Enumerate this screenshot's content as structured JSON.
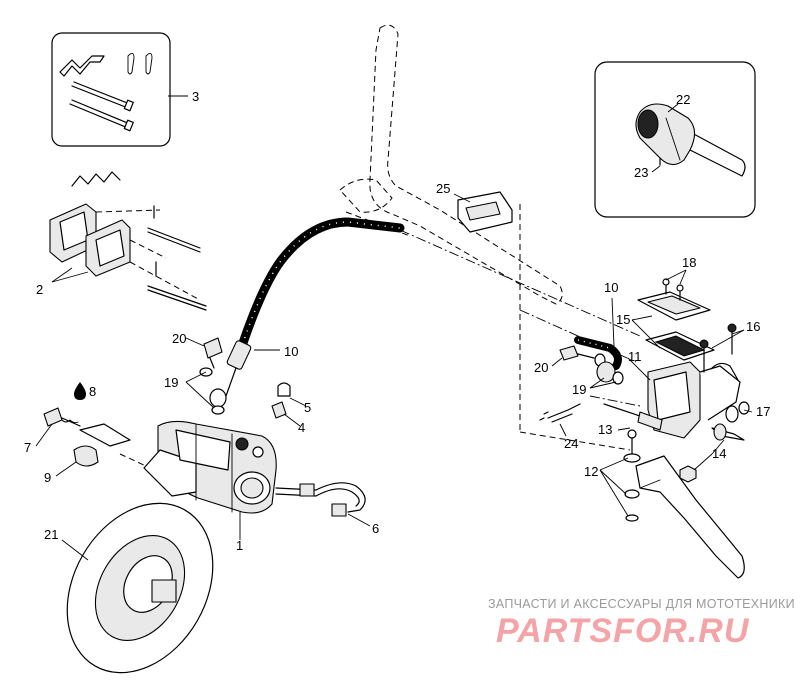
{
  "diagram": {
    "part_labels": {
      "p1": "1",
      "p2": "2",
      "p3": "3",
      "p4": "4",
      "p5": "5",
      "p6": "6",
      "p7": "7",
      "p8": "8",
      "p9": "9",
      "p10a": "10",
      "p10b": "10",
      "p11": "11",
      "p12": "12",
      "p13": "13",
      "p14": "14",
      "p15": "15",
      "p16": "16",
      "p17": "17",
      "p18": "18",
      "p19a": "19",
      "p19b": "19",
      "p20a": "20",
      "p20b": "20",
      "p21": "21",
      "p22": "22",
      "p23": "23",
      "p24": "24",
      "p25": "25"
    },
    "oil_drop_symbol": "⬤"
  },
  "watermark": {
    "tagline": "ЗАПЧАСТИ И АКСЕССУАРЫ ДЛЯ МОТОТЕХНИКИ",
    "logo": "PARTSFOR.RU"
  }
}
